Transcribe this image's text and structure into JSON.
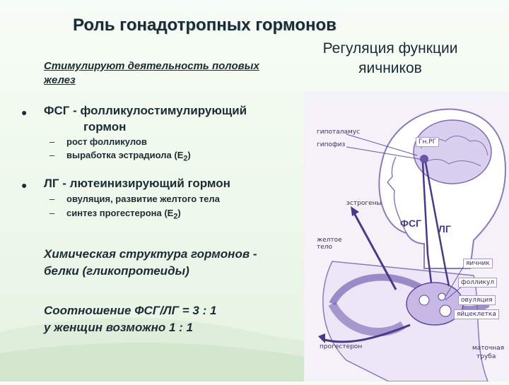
{
  "title": "Роль гонадотропных гормонов",
  "subtitle": "Стимулируют деятельность половых желез",
  "right_title": "Регуляция функции яичников",
  "fsh": {
    "heading_line1": "ФСГ - фолликулостимулирующий",
    "heading_line2": "гормон",
    "items": [
      "рост фолликулов",
      "выработка эстрадиола (Е",
      "2",
      ")"
    ]
  },
  "lh": {
    "heading": "ЛГ - лютеинизирующий гормон",
    "item1": "овуляция, развитие желтого тела",
    "item2_pre": "синтез прогестерона (Е",
    "item2_sub": "2",
    "item2_post": ")"
  },
  "chem": {
    "line1": "Химическая структура гормонов -",
    "line2": "белки (гликопротеиды)"
  },
  "ratio": {
    "line1": "Соотношение ФСГ/ЛГ = 3 : 1",
    "line2": "у женщин возможно 1 : 1"
  },
  "figure": {
    "hypothalamus": "гипоталамус",
    "pituitary": "гипофиз",
    "gnrh": "Гн.РГ",
    "estrogens": "эстрогены",
    "fsh": "ФСГ",
    "lh": "ЛГ",
    "corpus_luteum_1": "желтое",
    "corpus_luteum_2": "тело",
    "ovary": "яичник",
    "follicle": "фолликул",
    "ovulation": "овуляция",
    "egg": "яйцеклетка",
    "tube_1": "маточная",
    "tube_2": "труба",
    "progesterone": "прогестерон"
  }
}
